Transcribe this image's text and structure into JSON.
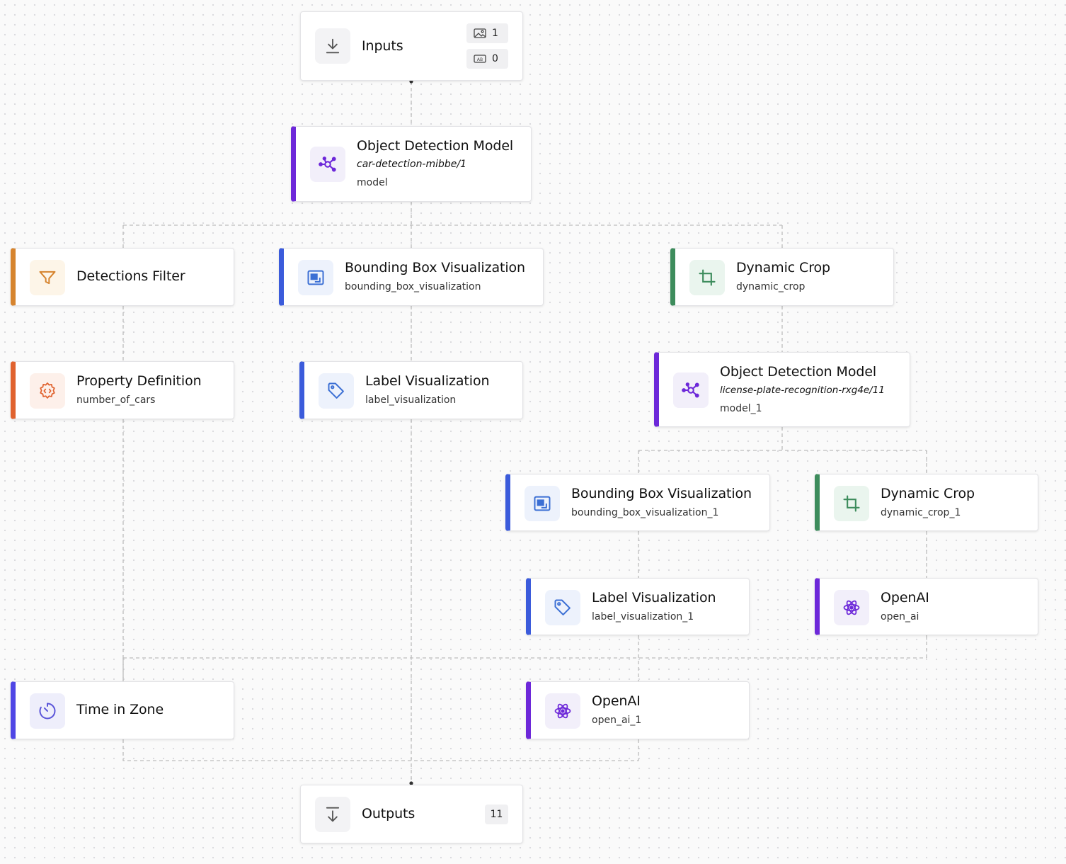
{
  "colors": {
    "purple": "#6d28d9",
    "blue": "#3b5bdb",
    "green": "#3d8c5c",
    "orange": "#d6842e",
    "red_orange": "#e0622e",
    "indigo": "#4f46e5",
    "connector": "#bdbdbd"
  },
  "inputs": {
    "label": "Inputs",
    "image_count": "1",
    "param_count": "0"
  },
  "outputs": {
    "label": "Outputs",
    "count": "11"
  },
  "nodes": {
    "model": {
      "title": "Object Detection Model",
      "model_id": "car-detection-mibbe/1",
      "name": "model",
      "icon": "network-icon"
    },
    "detections_filter": {
      "title": "Detections Filter",
      "icon": "filter-icon"
    },
    "bbox_viz": {
      "title": "Bounding Box Visualization",
      "name": "bounding_box_visualization",
      "icon": "bounding-box-icon"
    },
    "dynamic_crop": {
      "title": "Dynamic Crop",
      "name": "dynamic_crop",
      "icon": "crop-icon"
    },
    "property_def": {
      "title": "Property Definition",
      "name": "number_of_cars",
      "icon": "gear-code-icon"
    },
    "label_viz": {
      "title": "Label Visualization",
      "name": "label_visualization",
      "icon": "tag-icon"
    },
    "model_1": {
      "title": "Object Detection Model",
      "model_id": "license-plate-recognition-rxg4e/11",
      "name": "model_1",
      "icon": "network-icon"
    },
    "bbox_viz_1": {
      "title": "Bounding Box Visualization",
      "name": "bounding_box_visualization_1",
      "icon": "bounding-box-icon"
    },
    "dynamic_crop_1": {
      "title": "Dynamic Crop",
      "name": "dynamic_crop_1",
      "icon": "crop-icon"
    },
    "label_viz_1": {
      "title": "Label Visualization",
      "name": "label_visualization_1",
      "icon": "tag-icon"
    },
    "open_ai": {
      "title": "OpenAI",
      "name": "open_ai",
      "icon": "openai-icon"
    },
    "time_in_zone": {
      "title": "Time in Zone",
      "icon": "timer-icon"
    },
    "open_ai_1": {
      "title": "OpenAI",
      "name": "open_ai_1",
      "icon": "openai-icon"
    }
  }
}
